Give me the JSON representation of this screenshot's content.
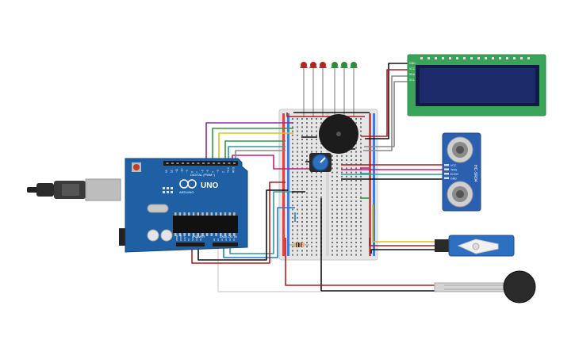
{
  "board": {
    "model_label": "UNO",
    "brand_label": "ARDUINO",
    "digital_header_label": "DIGITAL (PWM~)",
    "power_label": "POWER",
    "analog_label": "ANALOG IN",
    "digital_pins": [
      "13",
      "12",
      "~11",
      "~10",
      "~9",
      "8",
      "7",
      "~6",
      "~5",
      "4",
      "~3",
      "2",
      "TX 1",
      "RX 0"
    ],
    "power_pins": [
      "IOREF",
      "RESET",
      "3.3V",
      "5V",
      "GND",
      "GND",
      "Vin"
    ],
    "analog_pins": [
      "A0",
      "A1",
      "A2",
      "A3",
      "A4",
      "A5"
    ]
  },
  "ultrasonic": {
    "model_label": "HC-SR04",
    "pins": [
      "VCC",
      "TRIG",
      "ECHO",
      "GND"
    ]
  },
  "lcd": {
    "pins": [
      "GND",
      "VCC",
      "SDA",
      "SCL"
    ]
  },
  "leds": {
    "colors": [
      "#b3261e",
      "#b3261e",
      "#b3261e",
      "#2e8b3a",
      "#2e8b3a",
      "#2e8b3a"
    ]
  },
  "colors": {
    "board": "#1f5fa3",
    "breadboard": "#e8e8e8",
    "lcd_pcb": "#3aa35a",
    "lcd_screen": "#1d2b6b",
    "sensor_pcb": "#2b5fb0",
    "servo": "#2d6fc0",
    "fsr": "#2a2a2a"
  }
}
